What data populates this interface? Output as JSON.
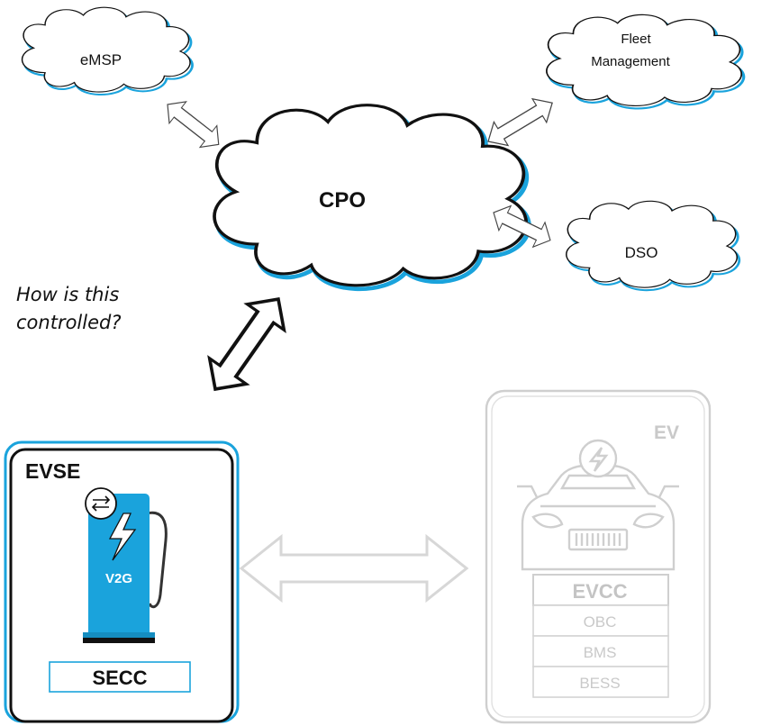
{
  "clouds": {
    "emsp": "eMSP",
    "fleet_line1": "Fleet",
    "fleet_line2": "Management",
    "cpo": "CPO",
    "dso": "DSO"
  },
  "question": "How is this controlled?",
  "evse": {
    "title": "EVSE",
    "charger_label": "V2G",
    "controller": "SECC"
  },
  "ev": {
    "title": "EV",
    "stack": [
      "EVCC",
      "OBC",
      "BMS",
      "BESS"
    ]
  },
  "colors": {
    "accent_blue": "#1aa3dc",
    "outline": "#111111",
    "faded_gray": "#cfcfcf"
  }
}
